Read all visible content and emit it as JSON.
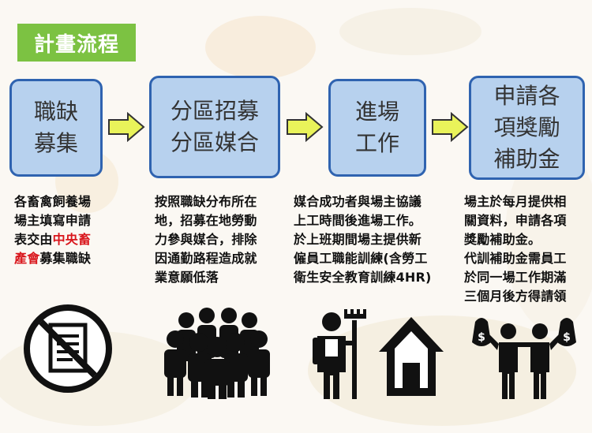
{
  "title": "計畫流程",
  "steps": [
    {
      "label": "職缺\n募集"
    },
    {
      "label": "分區招募\n分區媒合"
    },
    {
      "label": "進場\n工作"
    },
    {
      "label": "申請各\n項獎勵\n補助金"
    }
  ],
  "descriptions": {
    "d1_line1": "各畜禽飼養場",
    "d1_line2": "場主填寫申請",
    "d1_line3_pre": "表交由",
    "d1_line3_red": "中央畜",
    "d1_line4_red": "產會",
    "d1_line4_post": "募集職缺",
    "d2": "按照職缺分布所在\n地，招募在地勞動\n力參與媒合，排除\n因通勤路程造成就\n業意願低落",
    "d3": "媒合成功者與場主協議\n上工時間後進場工作。\n於上班期間場主提供新\n僱員工職能訓練(含勞工\n衛生安全教育訓練4HR)",
    "d4": "場主於每月提供相\n關資料，申請各項\n獎勵補助金。\n代訓補助金需員工\n於同一場工作期滿\n三個月後方得請領"
  },
  "colors": {
    "title_bg": "#7cc242",
    "step_fill": "#b7d1ee",
    "step_border": "#2f63b0",
    "arrow_fill": "#e9f35a",
    "highlight": "#d9161c"
  },
  "icons": [
    "no-document-icon",
    "crowd-icon",
    "farmer-with-rake-icon",
    "barn-icon",
    "money-bag-people-icon"
  ]
}
